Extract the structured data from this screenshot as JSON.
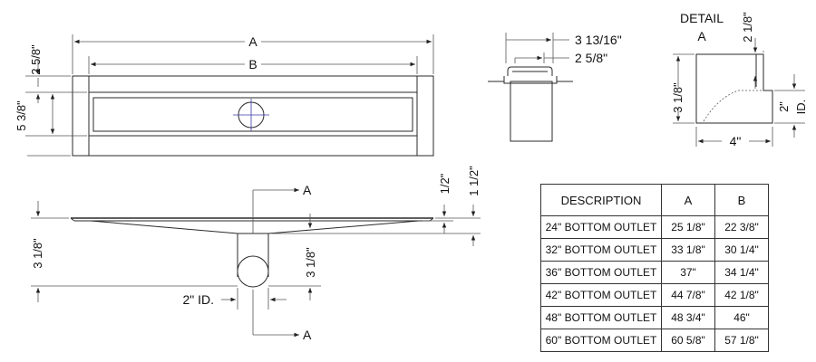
{
  "dims": {
    "a": "A",
    "b": "B",
    "h_top": "2 5/8\"",
    "h_body": "5 3/8\"",
    "w_outer": "3 13/16\"",
    "w_inner": "2 5/8\"",
    "detail_title": "DETAIL",
    "detail_sub": "A",
    "detail_top": "2 1/8\"",
    "detail_side": "3 1/8\"",
    "detail_width": "4\"",
    "detail_id": "2\"",
    "detail_id_label": "ID.",
    "sec_half": "1/2\"",
    "sec_one_half": "1 1/2\"",
    "sec_left": "3 1/8\"",
    "sec_center": "3 1/8\"",
    "sec_pipe": "2\" ID.",
    "cut_top": "A",
    "cut_bottom": "A"
  },
  "table": {
    "headers": [
      "DESCRIPTION",
      "A",
      "B"
    ],
    "rows": [
      [
        "24\" BOTTOM OUTLET",
        "25 1/8\"",
        "22 3/8\""
      ],
      [
        "32\" BOTTOM OUTLET",
        "33 1/8\"",
        "30 1/4\""
      ],
      [
        "36\" BOTTOM OUTLET",
        "37\"",
        "34 1/4\""
      ],
      [
        "42\" BOTTOM OUTLET",
        "44 7/8\"",
        "42 1/8\""
      ],
      [
        "48\" BOTTOM OUTLET",
        "48 3/4\"",
        "46\""
      ],
      [
        "60\" BOTTOM OUTLET",
        "60 5/8\"",
        "57 1/8\""
      ]
    ]
  }
}
